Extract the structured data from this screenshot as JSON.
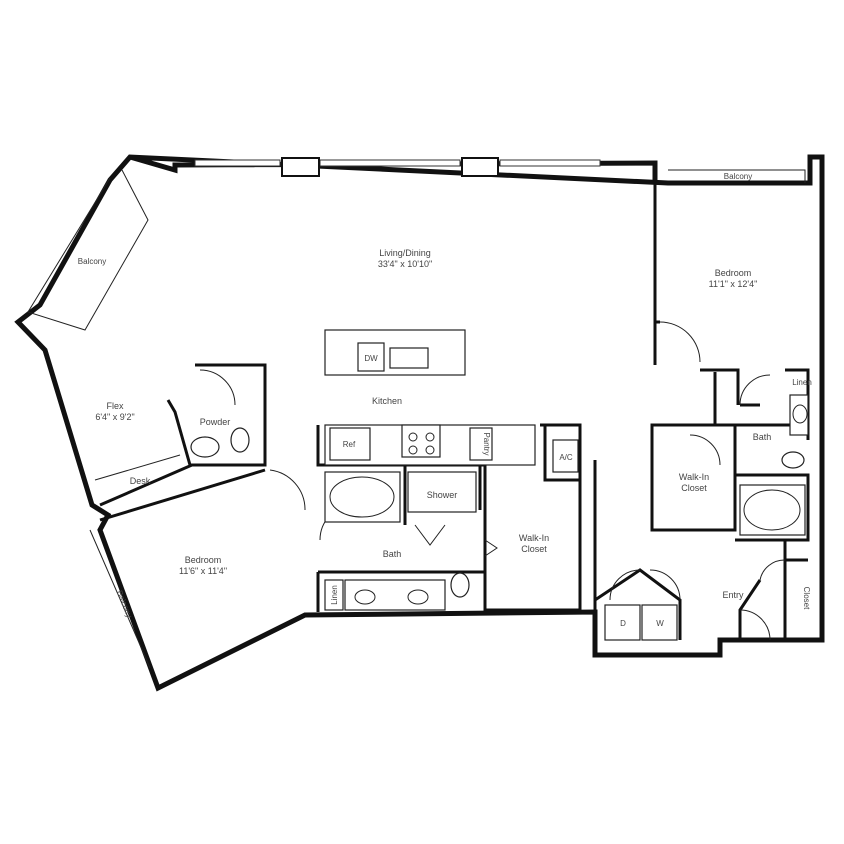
{
  "rooms": {
    "living": {
      "name": "Living/Dining",
      "size": "33'4\" x 10'10\""
    },
    "bedroom_right": {
      "name": "Bedroom",
      "size": "11'1\" x 12'4\""
    },
    "flex": {
      "name": "Flex",
      "size": "6'4\" x 9'2\""
    },
    "bedroom_left": {
      "name": "Bedroom",
      "size": "11'6\" x 11'4\""
    },
    "kitchen": "Kitchen",
    "powder": "Powder",
    "desk": "Desk",
    "bath_left": "Bath",
    "bath_right": "Bath",
    "shower": "Shower",
    "walkin_left": [
      "Walk-In",
      "Closet"
    ],
    "walkin_right": [
      "Walk-In",
      "Closet"
    ],
    "entry": "Entry",
    "closet": "Closet",
    "linen_left": "Linen",
    "linen_right": "Linen",
    "pantry": "Pantry",
    "ref": "Ref",
    "dw": "DW",
    "ac": "A/C",
    "dryer": "D",
    "washer": "W",
    "balcony_top_left": "Balcony",
    "balcony_top_right": "Balcony",
    "balcony_left": "Balcony"
  }
}
